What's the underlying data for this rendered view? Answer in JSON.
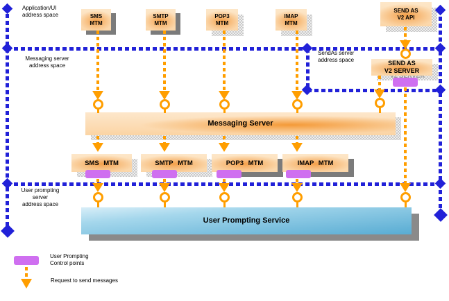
{
  "diagram": {
    "labels": {
      "app_ui_space": "Application/UI\naddress space",
      "messaging_space": "Messaging server\naddress space",
      "sendas_space": "SendAs server\naddress space",
      "user_prompting_space": "User prompting\nserver\naddress space"
    },
    "top_boxes": [
      {
        "label": "SMS\nMTM"
      },
      {
        "label": "SMTP\nMTM"
      },
      {
        "label": "POP3\nMTM"
      },
      {
        "label": "IMAP\nMTM"
      },
      {
        "label": "SEND AS\nV2 API"
      }
    ],
    "messaging_server": {
      "label": "Messaging Server"
    },
    "sendas_server": {
      "label": "SEND AS\nV2 SERVER",
      "shadow_label": "V2 SERVER"
    },
    "mtm_boxes": [
      {
        "label": "SMS MTM"
      },
      {
        "label": "SMTP MTM"
      },
      {
        "label": "POP3 MTM"
      },
      {
        "label": "IMAP MTM"
      }
    ],
    "user_prompting_service": {
      "label": "User Prompting Service"
    },
    "legend": {
      "control_points_label": "User Prompting\nControl points",
      "request_label": "Request to send messages"
    },
    "colors": {
      "boundary_blue": "#2121d8",
      "request_orange": "#ff9e00",
      "control_purple": "#cf6ff0",
      "box_orange": "#f3a04a",
      "service_blue": "#58acd3"
    }
  }
}
